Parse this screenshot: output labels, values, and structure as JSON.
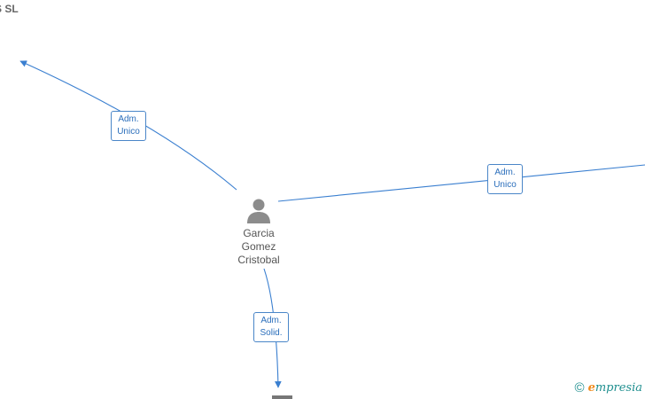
{
  "header": {
    "company_partial": "S SL"
  },
  "person": {
    "name_lines": [
      "Garcia",
      "Gomez",
      "Cristobal"
    ]
  },
  "edges": [
    {
      "line1": "Adm.",
      "line2": "Unico"
    },
    {
      "line1": "Adm.",
      "line2": "Unico"
    },
    {
      "line1": "Adm.",
      "line2": "Solid."
    }
  ],
  "watermark": {
    "symbol": "©",
    "brand_initial": "e",
    "brand_rest": "mpresia"
  },
  "colors": {
    "edge": "#3a7fd0",
    "label_text": "#2a6ebb",
    "person_icon": "#8c8c8c",
    "brand": "#1f8f8f",
    "brand_accent": "#f08a1c"
  },
  "icons": {
    "person": "person-icon"
  }
}
